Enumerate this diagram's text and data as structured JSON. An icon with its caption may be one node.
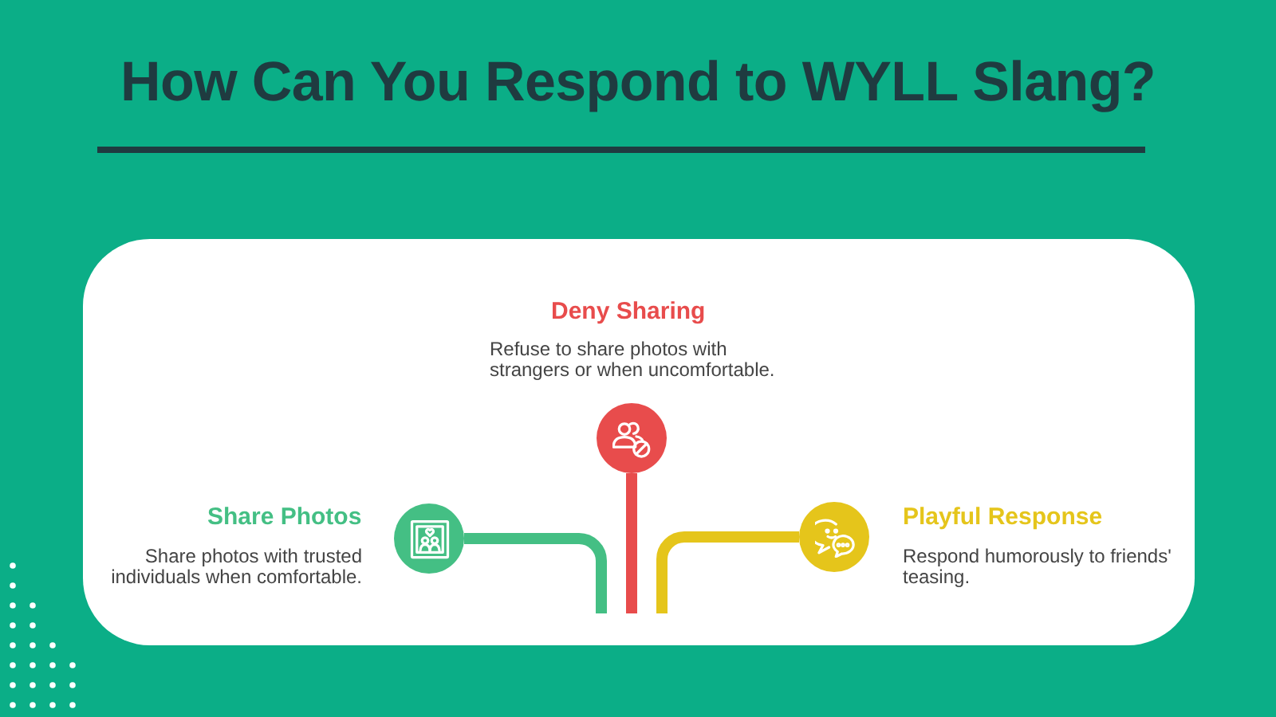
{
  "diagram": {
    "title": "How Can You Respond to WYLL Slang?",
    "nodes": [
      {
        "text": [],
        "shape": "circle",
        "beside": [
          "Deny Sharing",
          "Refuse to share photos with strangers or when uncomfortable."
        ]
      },
      {
        "text": [],
        "shape": "circle",
        "beside": [
          "Share Photos",
          "Share photos with trusted individuals when comfortable."
        ]
      },
      {
        "text": [],
        "shape": "circle",
        "beside": [
          "Playful Response",
          "Respond humorously to friends' teasing."
        ]
      }
    ],
    "edges": [
      {
        "from": null,
        "to": 0,
        "arrow": "none",
        "color": "#e84c4c"
      },
      {
        "from": null,
        "to": 1,
        "arrow": "none",
        "color": "#44bf84"
      },
      {
        "from": null,
        "to": 2,
        "arrow": "none",
        "color": "#e5c51b"
      }
    ]
  }
}
